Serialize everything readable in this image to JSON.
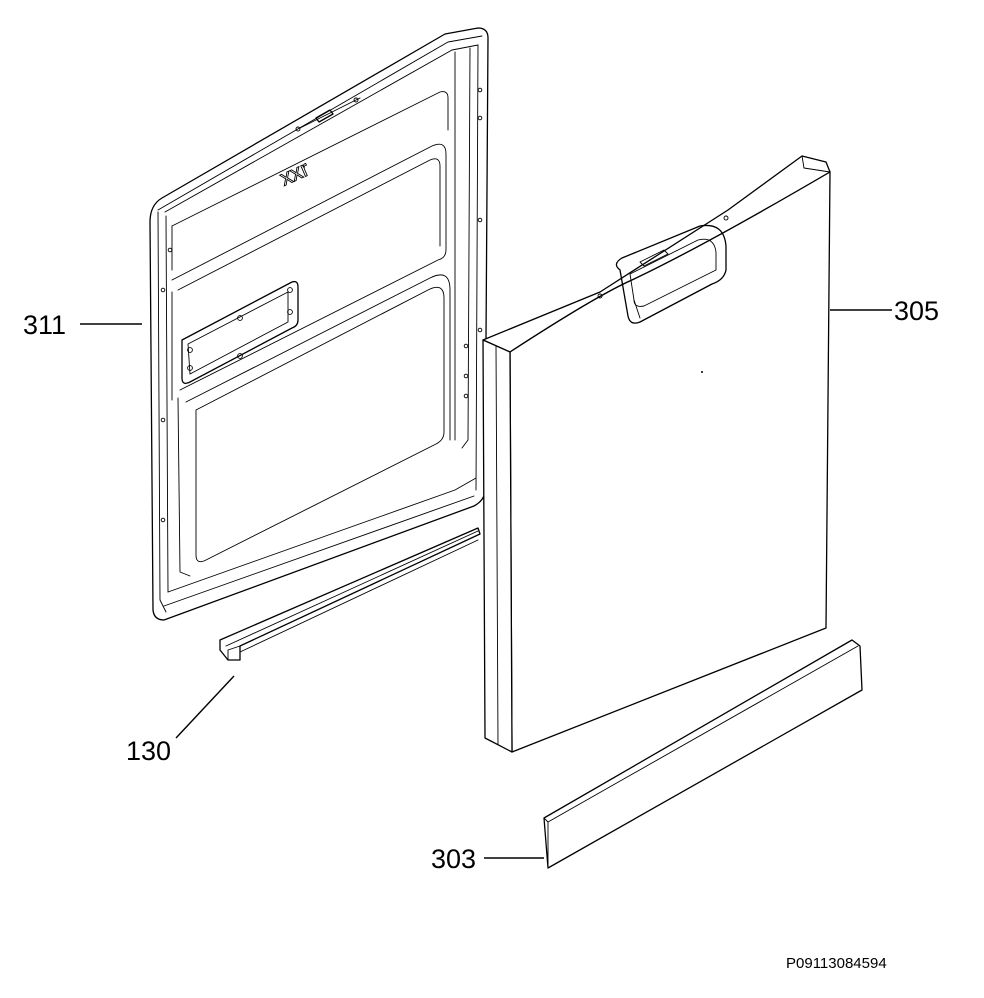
{
  "labels": {
    "inner_door": "311",
    "outer_panel": "305",
    "seal_strip": "130",
    "kick_plate": "303"
  },
  "document_code": "P09113084594",
  "inner_door_marking": "xxr",
  "colors": {
    "line": "#000000",
    "background": "#ffffff"
  }
}
